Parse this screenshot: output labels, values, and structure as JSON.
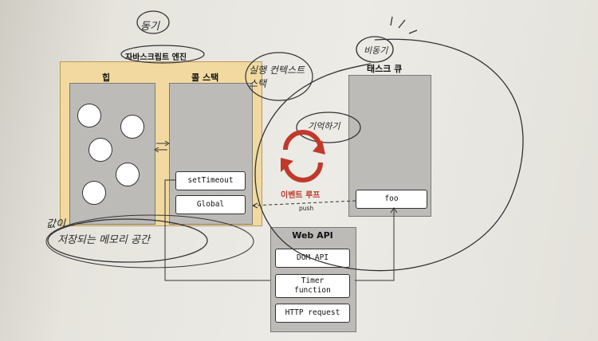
{
  "engine": {
    "label": "자바스크립트 엔진"
  },
  "heap": {
    "title": "힙"
  },
  "call_stack": {
    "title": "콜 스택",
    "frames": [
      "setTimeout",
      "Global"
    ]
  },
  "task_queue": {
    "title": "태스크 큐",
    "items": [
      "foo"
    ]
  },
  "event_loop": {
    "label": "이벤트 루프",
    "push": "push"
  },
  "web_api": {
    "title": "Web API",
    "items": [
      "DOM API",
      "Timer\nfunction",
      "HTTP request"
    ]
  },
  "handwriting": {
    "sync": "동기",
    "async": "비동기",
    "exec_context": "실행 컨텍스트 스택",
    "remember": "기억하기",
    "heap_note_1": "값이",
    "heap_note_2": "저장되는 메모리 공간"
  },
  "colors": {
    "engine_bg": "#f1d9a0",
    "box_bg": "#bdbbb8",
    "loop_red": "#c0392b"
  }
}
